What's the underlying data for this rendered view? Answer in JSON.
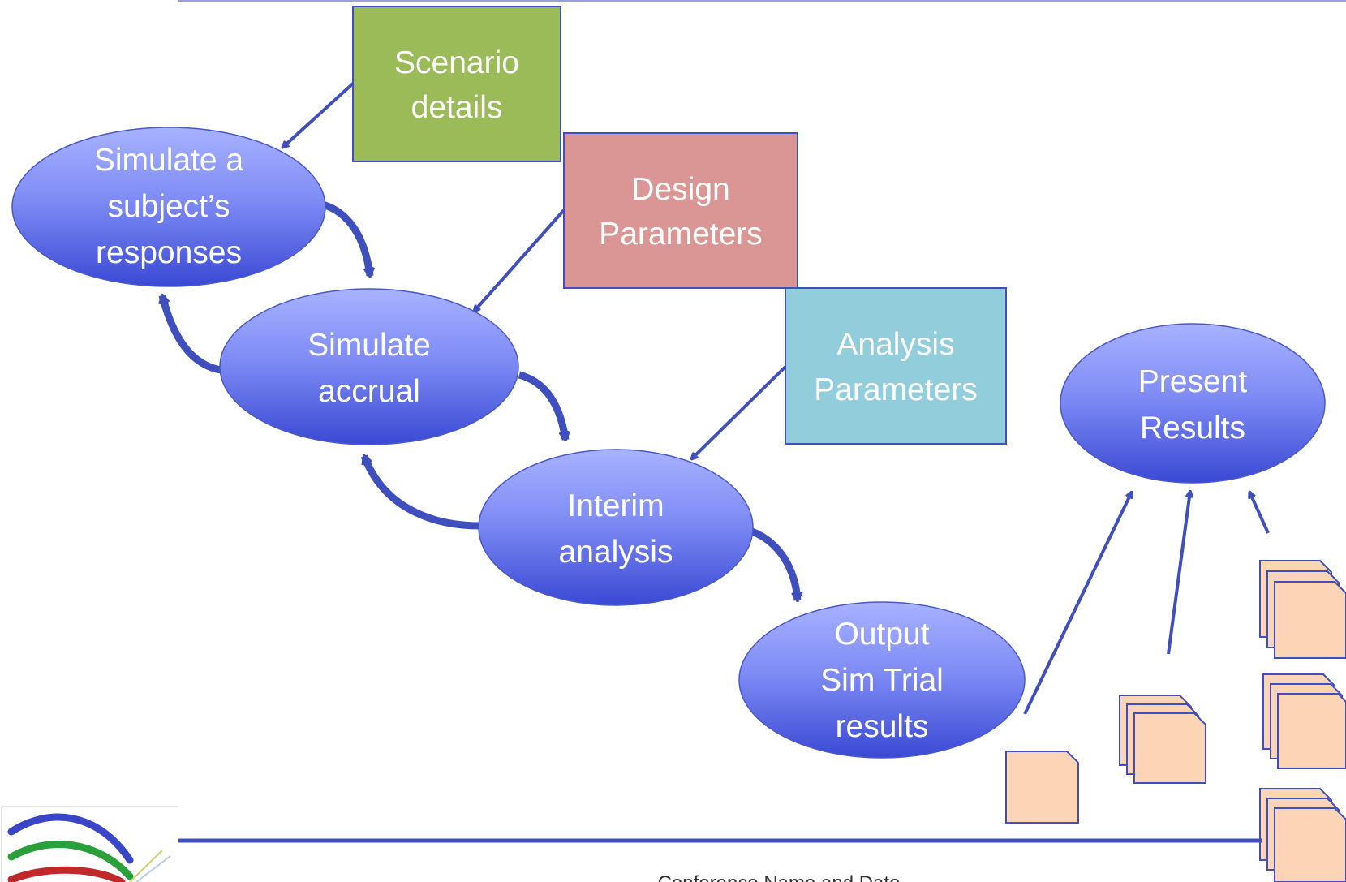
{
  "boxes": {
    "scenario": {
      "line1": "Scenario",
      "line2": "details"
    },
    "design": {
      "line1": "Design",
      "line2": "Parameters"
    },
    "analysis": {
      "line1": "Analysis",
      "line2": "Parameters"
    }
  },
  "nodes": {
    "simulate_subject": {
      "line1": "Simulate a",
      "line2": "subject’s",
      "line3": "responses"
    },
    "simulate_accrual": {
      "line1": "Simulate",
      "line2": "accrual"
    },
    "interim_analysis": {
      "line1": "Interim",
      "line2": "analysis"
    },
    "output_results": {
      "line1": "Output",
      "line2": "Sim Trial",
      "line3": "results"
    },
    "present_results": {
      "line1": "Present",
      "line2": "Results"
    }
  },
  "footer": {
    "text": "Conference Name and Date"
  },
  "colors": {
    "ellipse_top": "#a5b0ff",
    "ellipse_bottom": "#3f4fd6",
    "scenario_box": "#9bbb59",
    "design_box": "#d99694",
    "analysis_box": "#92cddc",
    "arrow": "#3f4fbe",
    "file_icon": "#fbd5b5"
  }
}
